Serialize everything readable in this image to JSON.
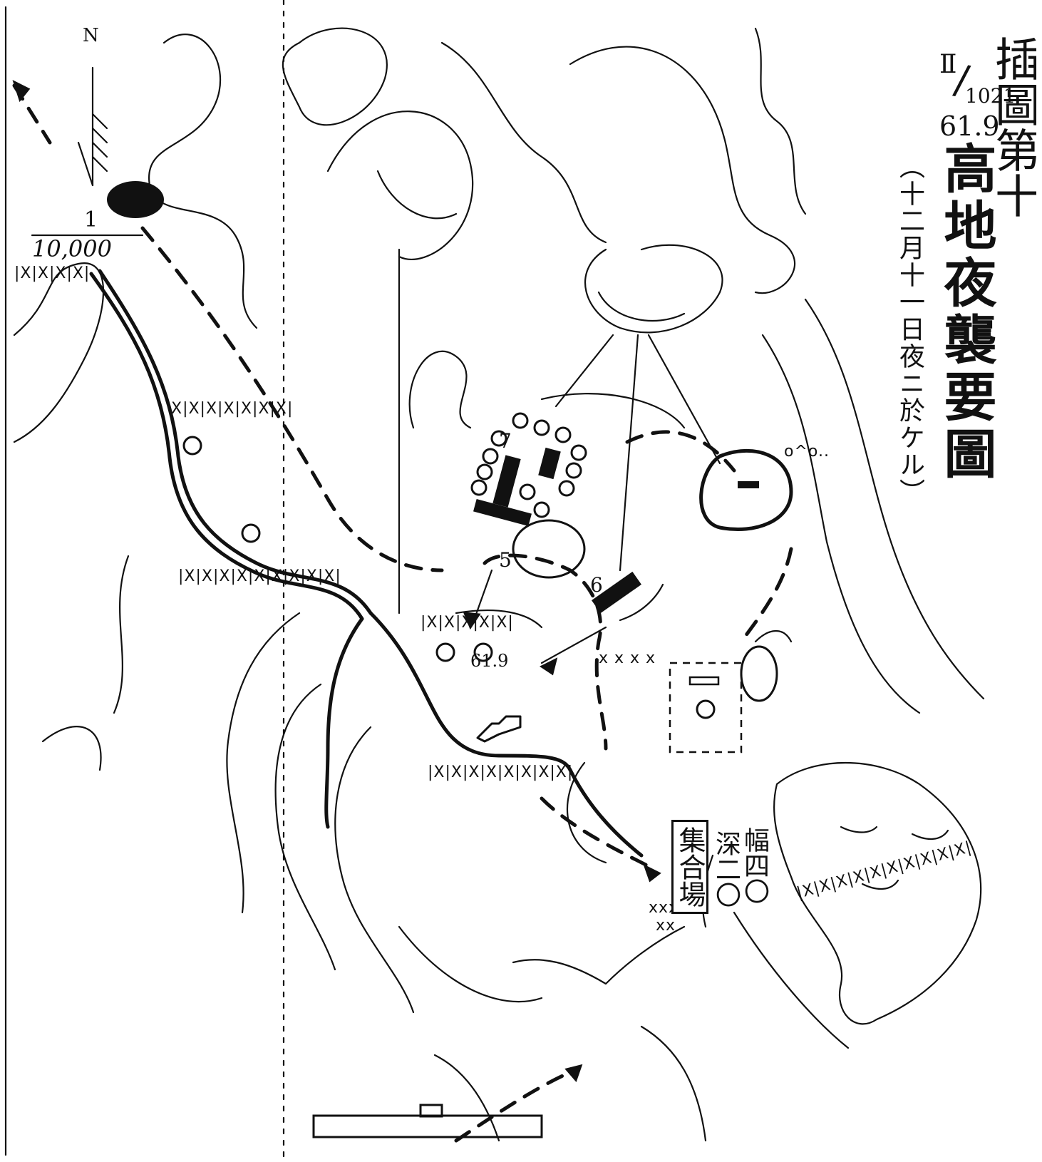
{
  "header": {
    "appendix_label": "插圖第十",
    "sheet_fraction_top": "Ⅱ",
    "sheet_fraction_bottom": "1021",
    "elevation": "61.9",
    "title": "高地夜襲要圖",
    "date_note": "（十二月十一日夜ニ於ケル）"
  },
  "north_label": "N",
  "scale": {
    "numerator": "1",
    "denominator": "10,000"
  },
  "map_labels": {
    "summit_elevation": "61.9",
    "unit_5": "5",
    "unit_6": "6",
    "unit_7": "7",
    "assembly_area": "集合場",
    "trench_width": "幅四〇",
    "trench_depth": "深二〇"
  },
  "colors": {
    "ink": "#111111",
    "paper": "#ffffff"
  }
}
